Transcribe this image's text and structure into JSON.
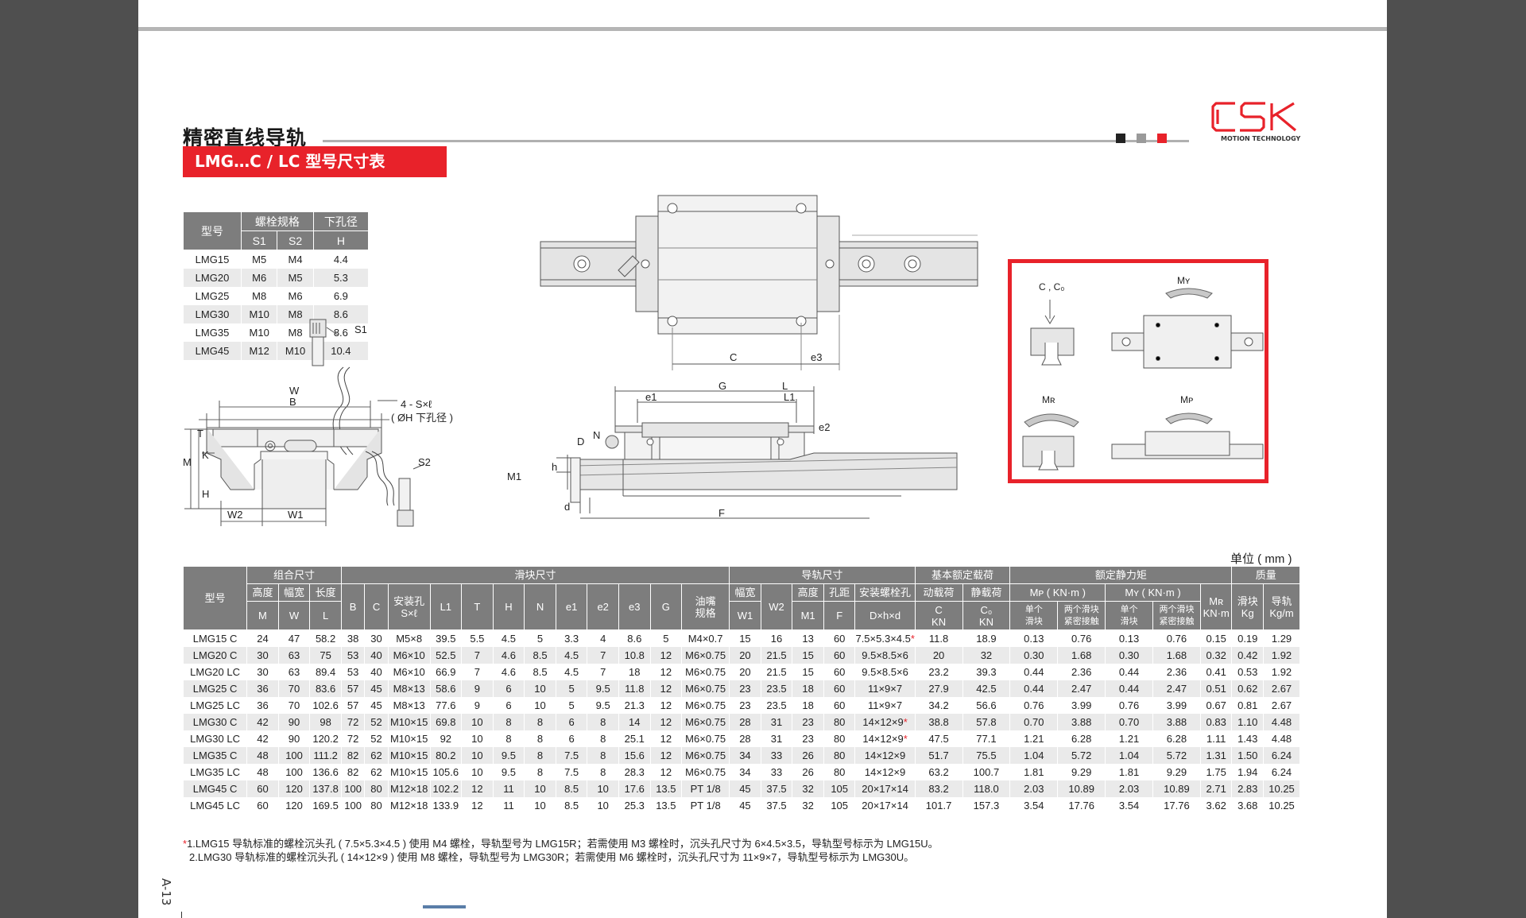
{
  "header": {
    "title": "精密直线导轨",
    "subtitle": "LMG…C / LC 型号尺寸表",
    "logo_text": "CSK",
    "logo_sub": "MOTION TECHNOLOGY",
    "accent_color": "#e8222a",
    "squares": [
      "#222222",
      "#9a9a9a",
      "#e8222a"
    ]
  },
  "bolt_table": {
    "h_model": "型号",
    "h_bolt": "螺栓规格",
    "h_hole": "下孔径",
    "h_s1": "S1",
    "h_s2": "S2",
    "h_h": "H",
    "rows": [
      [
        "LMG15",
        "M5",
        "M4",
        "4.4"
      ],
      [
        "LMG20",
        "M6",
        "M5",
        "5.3"
      ],
      [
        "LMG25",
        "M8",
        "M6",
        "6.9"
      ],
      [
        "LMG30",
        "M10",
        "M8",
        "8.6"
      ],
      [
        "LMG35",
        "M10",
        "M8",
        "8.6"
      ],
      [
        "LMG45",
        "M12",
        "M10",
        "10.4"
      ]
    ]
  },
  "diagram_labels": {
    "s1": "S1",
    "s2": "S2",
    "w": "W",
    "b": "B",
    "t": "T",
    "k": "K",
    "m": "M",
    "h": "H",
    "w2": "W2",
    "w1": "W1",
    "bolt_note": "4 - S×ℓ",
    "hole_note": "( ØH 下孔径 )",
    "c": "C",
    "e3": "e3",
    "g": "G",
    "l": "L",
    "e1": "e1",
    "l1": "L1",
    "e2": "e2",
    "n": "N",
    "d_big": "D",
    "h_small": "h",
    "m1": "M1",
    "d_small": "d",
    "f": "F"
  },
  "load_diagram": {
    "c_label": "C , C₀",
    "my": "Mʏ",
    "mr": "Mʀ",
    "mp": "Mᴘ"
  },
  "unit": "单位 ( mm )",
  "spec": {
    "g_model": "型号",
    "g_combo": "组合尺寸",
    "g_block": "滑块尺寸",
    "g_rail": "导轨尺寸",
    "g_load": "基本额定载荷",
    "g_static": "额定静力矩",
    "g_mass": "质量",
    "h_height": "高度",
    "h_width": "幅宽",
    "h_length": "长度",
    "h_B": "B",
    "h_C": "C",
    "h_mount": "安装孔",
    "h_mount2": "S×ℓ",
    "h_L1": "L1",
    "h_T": "T",
    "h_H": "H",
    "h_N": "N",
    "h_e1": "e1",
    "h_e2": "e2",
    "h_e3": "e3",
    "h_G": "G",
    "h_oil": "油嘴",
    "h_oil2": "规格",
    "h_rwidth": "幅宽",
    "h_W2": "W2",
    "h_rheight": "高度",
    "h_pitch": "孔距",
    "h_rbolt": "安装螺栓孔",
    "h_dyn": "动载荷",
    "h_sta": "静载荷",
    "h_mp": "Mᴘ ( KN·m )",
    "h_my": "Mʏ ( KN·m )",
    "h_mr": "Mʀ",
    "h_mr2": "KN·m",
    "h_blk": "滑块",
    "h_blk2": "Kg",
    "h_rail": "导轨",
    "h_rail2": "Kg/m",
    "h_M": "M",
    "h_W": "W",
    "h_L": "L",
    "h_W1": "W1",
    "h_M1": "M1",
    "h_F": "F",
    "h_Dhd": "D×h×d",
    "h_Cunit": "C",
    "h_C0unit": "C₀",
    "h_KN": "KN",
    "h_single": "单个",
    "h_slider": "滑块",
    "h_two": "两个滑块",
    "h_tight": "紧密接触",
    "rows": [
      [
        "LMG15 C",
        "24",
        "47",
        "58.2",
        "38",
        "30",
        "M5×8",
        "39.5",
        "5.5",
        "4.5",
        "5",
        "3.3",
        "4",
        "8.6",
        "5",
        "M4×0.7",
        "15",
        "16",
        "13",
        "60",
        "7.5×5.3×4.5",
        "11.8",
        "18.9",
        "0.13",
        "0.76",
        "0.13",
        "0.76",
        "0.15",
        "0.19",
        "1.29"
      ],
      [
        "LMG20 C",
        "30",
        "63",
        "75",
        "53",
        "40",
        "M6×10",
        "52.5",
        "7",
        "4.6",
        "8.5",
        "4.5",
        "7",
        "10.8",
        "12",
        "M6×0.75",
        "20",
        "21.5",
        "15",
        "60",
        "9.5×8.5×6",
        "20",
        "32",
        "0.30",
        "1.68",
        "0.30",
        "1.68",
        "0.32",
        "0.42",
        "1.92"
      ],
      [
        "LMG20 LC",
        "30",
        "63",
        "89.4",
        "53",
        "40",
        "M6×10",
        "66.9",
        "7",
        "4.6",
        "8.5",
        "4.5",
        "7",
        "18",
        "12",
        "M6×0.75",
        "20",
        "21.5",
        "15",
        "60",
        "9.5×8.5×6",
        "23.2",
        "39.3",
        "0.44",
        "2.36",
        "0.44",
        "2.36",
        "0.41",
        "0.53",
        "1.92"
      ],
      [
        "LMG25 C",
        "36",
        "70",
        "83.6",
        "57",
        "45",
        "M8×13",
        "58.6",
        "9",
        "6",
        "10",
        "5",
        "9.5",
        "11.8",
        "12",
        "M6×0.75",
        "23",
        "23.5",
        "18",
        "60",
        "11×9×7",
        "27.9",
        "42.5",
        "0.44",
        "2.47",
        "0.44",
        "2.47",
        "0.51",
        "0.62",
        "2.67"
      ],
      [
        "LMG25 LC",
        "36",
        "70",
        "102.6",
        "57",
        "45",
        "M8×13",
        "77.6",
        "9",
        "6",
        "10",
        "5",
        "9.5",
        "21.3",
        "12",
        "M6×0.75",
        "23",
        "23.5",
        "18",
        "60",
        "11×9×7",
        "34.2",
        "56.6",
        "0.76",
        "3.99",
        "0.76",
        "3.99",
        "0.67",
        "0.81",
        "2.67"
      ],
      [
        "LMG30 C",
        "42",
        "90",
        "98",
        "72",
        "52",
        "M10×15",
        "69.8",
        "10",
        "8",
        "8",
        "6",
        "8",
        "14",
        "12",
        "M6×0.75",
        "28",
        "31",
        "23",
        "80",
        "14×12×9",
        "38.8",
        "57.8",
        "0.70",
        "3.88",
        "0.70",
        "3.88",
        "0.83",
        "1.10",
        "4.48"
      ],
      [
        "LMG30 LC",
        "42",
        "90",
        "120.2",
        "72",
        "52",
        "M10×15",
        "92",
        "10",
        "8",
        "8",
        "6",
        "8",
        "25.1",
        "12",
        "M6×0.75",
        "28",
        "31",
        "23",
        "80",
        "14×12×9",
        "47.5",
        "77.1",
        "1.21",
        "6.28",
        "1.21",
        "6.28",
        "1.11",
        "1.43",
        "4.48"
      ],
      [
        "LMG35 C",
        "48",
        "100",
        "111.2",
        "82",
        "62",
        "M10×15",
        "80.2",
        "10",
        "9.5",
        "8",
        "7.5",
        "8",
        "15.6",
        "12",
        "M6×0.75",
        "34",
        "33",
        "26",
        "80",
        "14×12×9",
        "51.7",
        "75.5",
        "1.04",
        "5.72",
        "1.04",
        "5.72",
        "1.31",
        "1.50",
        "6.24"
      ],
      [
        "LMG35 LC",
        "48",
        "100",
        "136.6",
        "82",
        "62",
        "M10×15",
        "105.6",
        "10",
        "9.5",
        "8",
        "7.5",
        "8",
        "28.3",
        "12",
        "M6×0.75",
        "34",
        "33",
        "26",
        "80",
        "14×12×9",
        "63.2",
        "100.7",
        "1.81",
        "9.29",
        "1.81",
        "9.29",
        "1.75",
        "1.94",
        "6.24"
      ],
      [
        "LMG45 C",
        "60",
        "120",
        "137.8",
        "100",
        "80",
        "M12×18",
        "102.2",
        "12",
        "11",
        "10",
        "8.5",
        "10",
        "17.6",
        "13.5",
        "PT 1/8",
        "45",
        "37.5",
        "32",
        "105",
        "20×17×14",
        "83.2",
        "118.0",
        "2.03",
        "10.89",
        "2.03",
        "10.89",
        "2.71",
        "2.83",
        "10.25"
      ],
      [
        "LMG45 LC",
        "60",
        "120",
        "169.5",
        "100",
        "80",
        "M12×18",
        "133.9",
        "12",
        "11",
        "10",
        "8.5",
        "10",
        "25.3",
        "13.5",
        "PT 1/8",
        "45",
        "37.5",
        "32",
        "105",
        "20×17×14",
        "101.7",
        "157.3",
        "3.54",
        "17.76",
        "3.54",
        "17.76",
        "3.62",
        "3.68",
        "10.25"
      ]
    ],
    "star_marks": [
      [
        0,
        20
      ],
      [
        5,
        20
      ],
      [
        6,
        20
      ]
    ]
  },
  "notes": {
    "star": "*",
    "n1": "1.LMG15 导轨标准的螺栓沉头孔 ( 7.5×5.3×4.5 ) 使用 M4 螺栓，导轨型号为 LMG15R；若需使用 M3 螺栓时，沉头孔尺寸为 6×4.5×3.5，导轨型号标示为 LMG15U。",
    "n2": "2.LMG30 导轨标准的螺栓沉头孔 ( 14×12×9 ) 使用 M8 螺栓，导轨型号为 LMG30R；若需使用 M6 螺栓时，沉头孔尺寸为 11×9×7，导轨型号标示为 LMG30U。"
  },
  "page_number": "A-13"
}
